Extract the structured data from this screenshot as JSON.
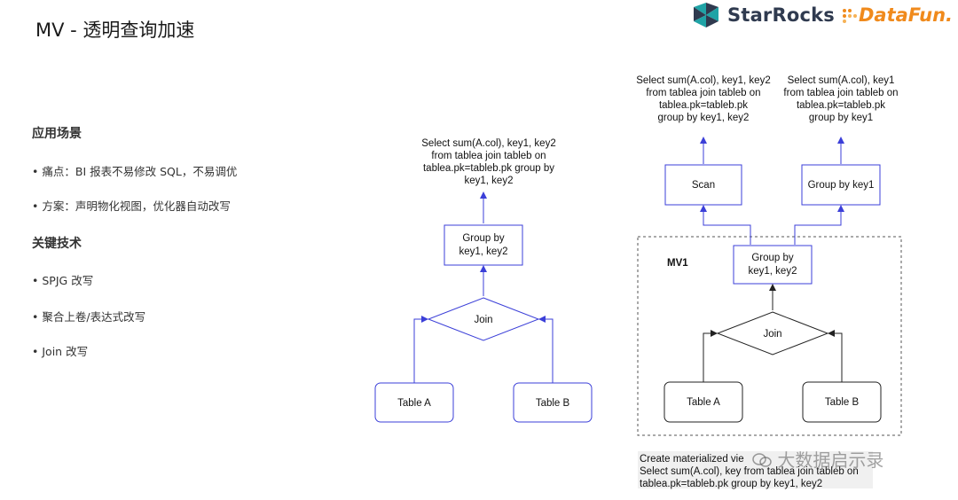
{
  "title": "MV - 透明查询加速",
  "logos": {
    "starrocks": "StarRocks",
    "datafun": "DataFun."
  },
  "left_panel": {
    "section1": "应用场景",
    "bullets1": [
      "痛点：BI 报表不易修改 SQL，不易调优",
      "方案：声明物化视图，优化器自动改写"
    ],
    "section2": "关键技术",
    "bullets2": [
      "SPJG 改写",
      "聚合上卷/表达式改写",
      "Join 改写"
    ]
  },
  "diagram_left": {
    "query_lines": [
      "Select  sum(A.col), key1, key2",
      "from tablea join tableb on",
      "tablea.pk=tableb.pk group by",
      "key1, key2"
    ],
    "groupby_lines": [
      "Group by",
      "key1, key2"
    ],
    "join": "Join",
    "table_a": "Table A",
    "table_b": "Table B"
  },
  "diagram_right": {
    "query1_lines": [
      "Select  sum(A.col), key1, key2",
      "from tablea join tableb on",
      "tablea.pk=tableb.pk",
      "group by key1, key2"
    ],
    "query2_lines": [
      "Select  sum(A.col), key1",
      "from tablea join tableb on",
      "tablea.pk=tableb.pk",
      "group by key1"
    ],
    "scan": "Scan",
    "groupby_key1": "Group by key1",
    "mv_label": "MV1",
    "groupby_lines": [
      "Group by",
      "key1, key2"
    ],
    "join": "Join",
    "table_a": "Table A",
    "table_b": "Table B",
    "create_lines": [
      "Create materialized vie",
      "Select  sum(A.col), key from tablea join tableb on",
      "tablea.pk=tableb.pk group by key1, key2"
    ]
  },
  "watermark": "大数据启示录",
  "colors": {
    "blue": "#3b3fd8",
    "black": "#222222",
    "starrocks_teal": "#1fa3a6",
    "starrocks_navy": "#2f3a4f",
    "datafun_orange": "#f08a1c"
  }
}
